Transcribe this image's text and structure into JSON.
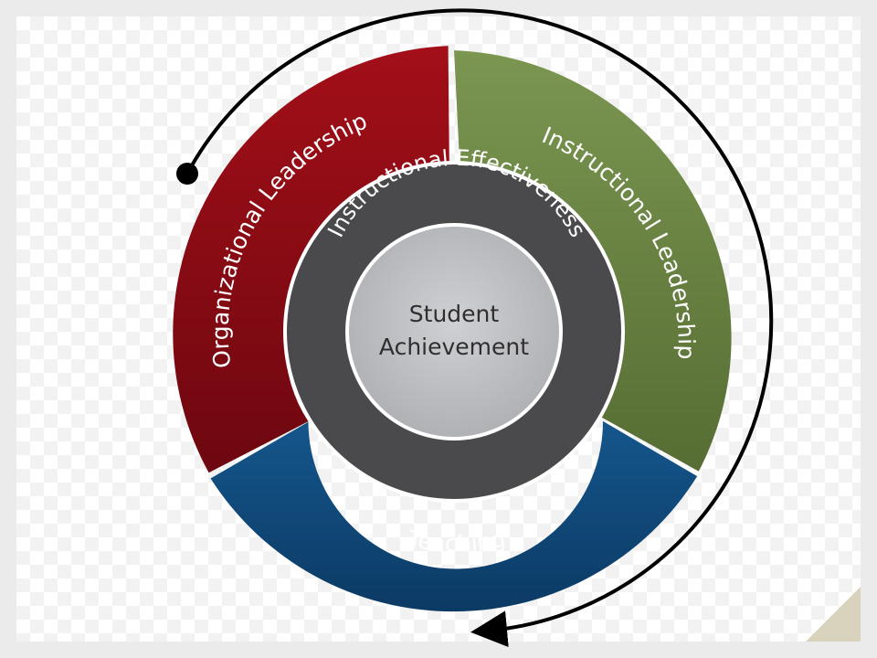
{
  "diagram": {
    "segments": {
      "organizational": {
        "label": "Organizational Leadership",
        "color": "#8f0a14"
      },
      "instructional": {
        "label": "Instructional Leadership",
        "color": "#6f8a44"
      },
      "teaching": {
        "label": "Teaching",
        "color": "#0f4a7d"
      }
    },
    "inner_ring": {
      "label": "Instructional Effectiveness",
      "color": "#4a4a4c"
    },
    "center": {
      "line1": "Student",
      "line2": "Achievement",
      "color": "#bfc0c3"
    },
    "cycle_arrow": {
      "color": "#000000"
    }
  }
}
